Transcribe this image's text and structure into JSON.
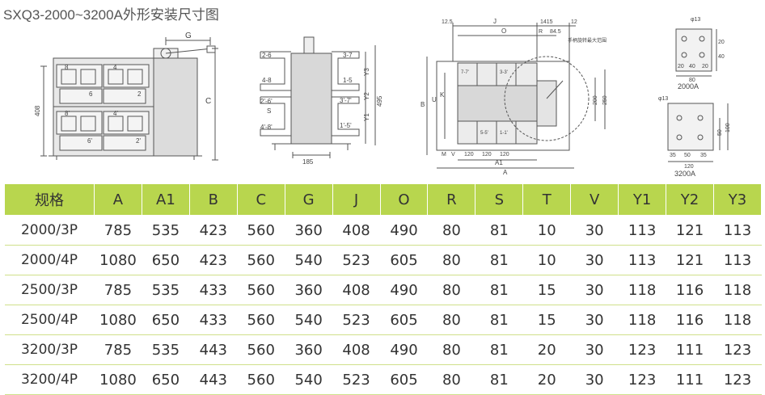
{
  "page": {
    "title": "SXQ3-2000~3200A外形安装尺寸图"
  },
  "drawings": {
    "front": {
      "dim_g": "G",
      "dim_c": "C",
      "dim_408": "408",
      "cells": [
        "8",
        "4",
        "6",
        "2",
        "8'",
        "4'",
        "6'",
        "2'"
      ]
    },
    "side": {
      "labels_left": [
        "2-6",
        "4-8",
        "2'-6'",
        "S",
        "4'-8'"
      ],
      "labels_right": [
        "3-7",
        "1-5",
        "3'-7'",
        "1'-5'"
      ],
      "dim_y3": "Y3",
      "dim_y2": "Y2",
      "dim_y1": "Y1",
      "dim_495": "495",
      "dim_185": "185"
    },
    "top": {
      "dim_12_5": "12.5",
      "dim_j": "J",
      "dim_1415": "1415",
      "dim_12": "12",
      "dim_o": "O",
      "dim_r": "R",
      "dim_845": "84.5",
      "note": "手柄旋转最大范围",
      "dim_b": "B",
      "dim_u": "U",
      "dim_k": "K",
      "dim_200": "200",
      "dim_250": "250",
      "dim_m": "M",
      "dim_v": "V",
      "dim_120a": "120",
      "dim_120b": "120",
      "dim_120c": "120",
      "dim_a1": "A1",
      "dim_a": "A",
      "cells_top": [
        "7-7'",
        "3-3'",
        "",
        ""
      ],
      "cells_bottom": [
        "",
        "5-5'",
        "1-1'",
        ""
      ]
    },
    "hole2000": {
      "dia": "φ13",
      "d20a": "20",
      "d40": "40",
      "d80": "80",
      "bottom_nums": [
        "20",
        "40",
        "20"
      ],
      "caption": "2000A"
    },
    "hole3200": {
      "dia": "φ13",
      "d35a": "35",
      "d50": "50",
      "d35b": "35",
      "d120": "120",
      "d50v": "50",
      "d100": "100",
      "caption": "3200A"
    }
  },
  "table": {
    "headers": [
      "规格",
      "A",
      "A1",
      "B",
      "C",
      "G",
      "J",
      "O",
      "R",
      "S",
      "T",
      "V",
      "Y1",
      "Y2",
      "Y3"
    ],
    "rows": [
      [
        "2000/3P",
        "785",
        "535",
        "423",
        "560",
        "360",
        "408",
        "490",
        "80",
        "81",
        "10",
        "30",
        "113",
        "121",
        "113"
      ],
      [
        "2000/4P",
        "1080",
        "650",
        "423",
        "560",
        "540",
        "523",
        "605",
        "80",
        "81",
        "10",
        "30",
        "113",
        "121",
        "113"
      ],
      [
        "2500/3P",
        "785",
        "535",
        "433",
        "560",
        "360",
        "408",
        "490",
        "80",
        "81",
        "15",
        "30",
        "118",
        "116",
        "118"
      ],
      [
        "2500/4P",
        "1080",
        "650",
        "433",
        "560",
        "540",
        "523",
        "605",
        "80",
        "81",
        "15",
        "30",
        "118",
        "116",
        "118"
      ],
      [
        "3200/3P",
        "785",
        "535",
        "443",
        "560",
        "360",
        "408",
        "490",
        "80",
        "81",
        "20",
        "30",
        "123",
        "111",
        "123"
      ],
      [
        "3200/4P",
        "1080",
        "650",
        "443",
        "560",
        "540",
        "523",
        "605",
        "80",
        "81",
        "20",
        "30",
        "123",
        "111",
        "123"
      ]
    ]
  }
}
